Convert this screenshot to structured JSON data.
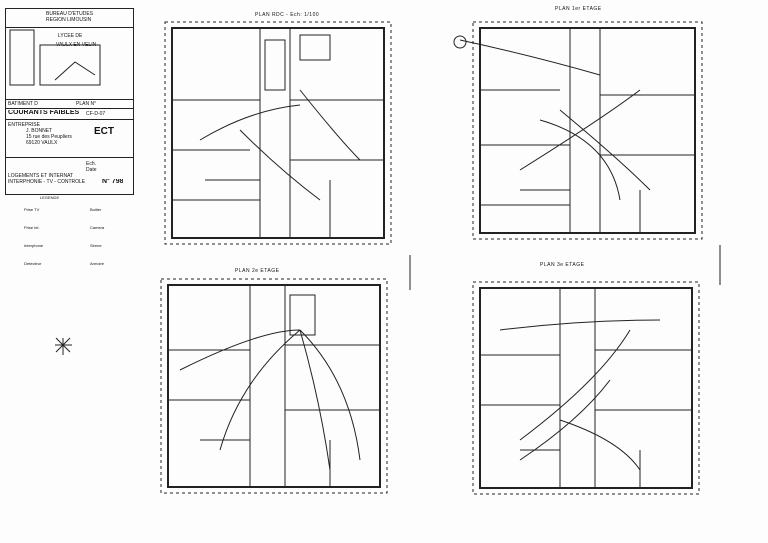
{
  "title_block": {
    "org_line1": "BUREAU D'ETUDES",
    "org_line2": "REGION LIMOUSIN",
    "project_label": "LYCEE DE",
    "project_name": "VAULX EN VELIN",
    "batiment": "BATIMENT D",
    "plan_ref": "PLAN N°",
    "discipline": "COURANTS FAIBLES",
    "discipline_code": "CF-D-07",
    "company_label": "ENTREPRISE",
    "company_name": "J. BONNET",
    "company_addr1": "15 rue des Peupliers",
    "company_addr2": "69120 VAULX",
    "logo_text": "ECT",
    "lot_label": "LOGEMENTS ET INTERNAT",
    "lot_sub": "INTERPHONIE - TV - CONTROLE",
    "scale_label": "Ech.",
    "date_label": "Date",
    "sheet_no": "N° 798"
  },
  "plans": [
    {
      "label": "PLAN RDC - Ech: 1/100"
    },
    {
      "label": "PLAN 1er ETAGE"
    },
    {
      "label": "PLAN 2e ETAGE"
    },
    {
      "label": "PLAN 3e ETAGE"
    }
  ],
  "legend": {
    "title": "LEGENDE",
    "items": [
      "Prise TV",
      "Prise tel.",
      "Interphone",
      "Detecteur",
      "Boitier",
      "Camera",
      "Sirene",
      "Armoire"
    ]
  }
}
